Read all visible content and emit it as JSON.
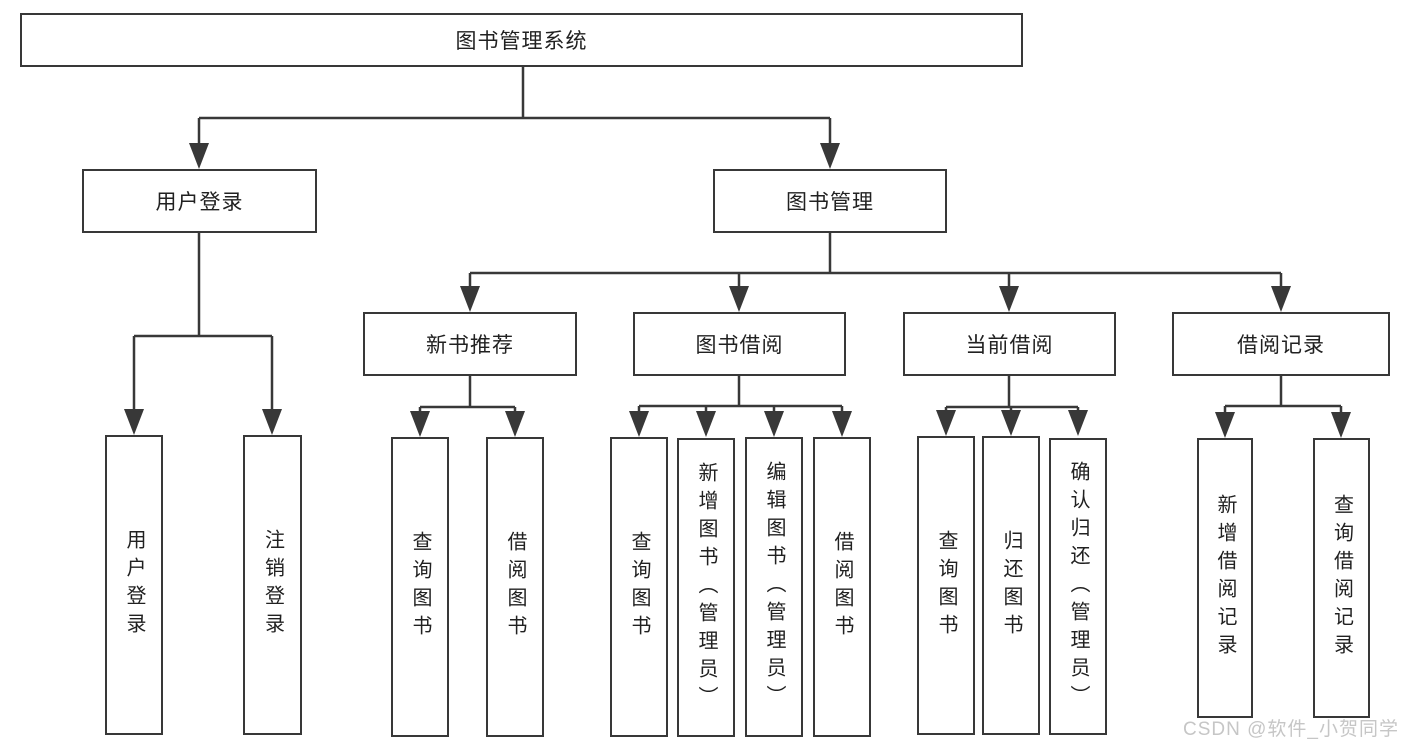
{
  "colors": {
    "line": "#383838",
    "text": "#212121",
    "box_fill": "#ffffff",
    "watermark": "#c6c6c6"
  },
  "tree": {
    "root": {
      "label": "图书管理系统"
    },
    "branches": [
      {
        "label": "用户登录",
        "children": [
          "用户登录",
          "注销登录"
        ]
      },
      {
        "label": "图书管理",
        "sections": [
          {
            "label": "新书推荐",
            "children": [
              "查询图书",
              "借阅图书"
            ]
          },
          {
            "label": "图书借阅",
            "children": [
              "查询图书",
              "新增图书（管理员）",
              "编辑图书（管理员）",
              "借阅图书"
            ]
          },
          {
            "label": "当前借阅",
            "children": [
              "查询图书",
              "归还图书",
              "确认归还（管理员）"
            ]
          },
          {
            "label": "借阅记录",
            "children": [
              "新增借阅记录",
              "查询借阅记录"
            ]
          }
        ]
      }
    ]
  },
  "watermark": {
    "text": "CSDN @软件_小贺同学"
  }
}
